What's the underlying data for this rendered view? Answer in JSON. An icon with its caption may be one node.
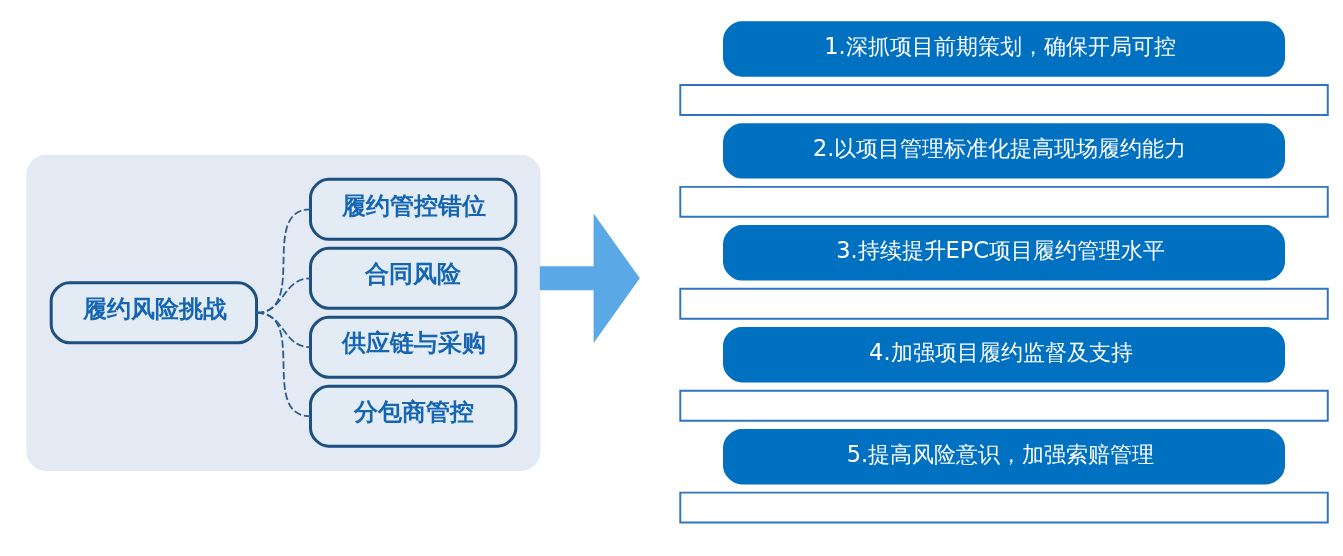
{
  "diagram": {
    "nodes": [
      {
        "text": [],
        "shape": "box"
      },
      {
        "text": [
          "履约风险挑战"
        ],
        "in": 0
      },
      {
        "text": [
          "履约管控错位"
        ],
        "in": 0
      },
      {
        "text": [
          "合同风险"
        ],
        "in": 0
      },
      {
        "text": [
          "供应链与采购"
        ],
        "in": 0
      },
      {
        "text": [
          "分包商管控"
        ],
        "in": 0
      },
      {
        "text": [
          "1.深抓项目前期策划，确保开局可控"
        ]
      },
      {
        "text": [],
        "shape": "box"
      },
      {
        "text": [
          "2.以项目管理标准化提高现场履约能力"
        ]
      },
      {
        "text": [],
        "shape": "box"
      },
      {
        "text": [
          "3.持续提升EPC项目履约管理水平"
        ]
      },
      {
        "text": [],
        "shape": "box"
      },
      {
        "text": [
          "4.加强项目履约监督及支持"
        ]
      },
      {
        "text": [],
        "shape": "box"
      },
      {
        "text": [
          "5.提高风险意识，加强索赔管理"
        ]
      },
      {
        "text": [],
        "shape": "box"
      }
    ],
    "edges": [
      {
        "from": 1,
        "to": 2,
        "arrow": "none",
        "style": "dashed"
      },
      {
        "from": 1,
        "to": 3,
        "arrow": "none",
        "style": "dashed"
      },
      {
        "from": 1,
        "to": 4,
        "arrow": "none",
        "style": "dashed"
      },
      {
        "from": 1,
        "to": 5,
        "arrow": "none",
        "style": "dashed"
      },
      {
        "from": 0,
        "to": null,
        "arrow": "to",
        "style": "thick",
        "color": "#5aa9e6"
      }
    ]
  }
}
